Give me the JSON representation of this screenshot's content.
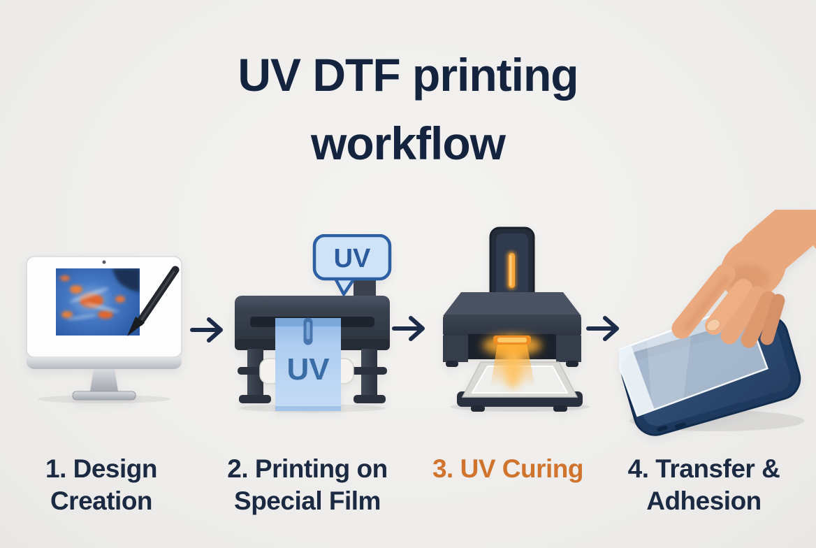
{
  "title": {
    "line1": "UV DTF printing",
    "line2": "workflow"
  },
  "steps": [
    {
      "label_line1": "1. Design",
      "label_line2": "Creation",
      "icon": "imac-stylus-icon",
      "highlighted": false
    },
    {
      "label_line1": "2. Printing on",
      "label_line2": "Special Film",
      "icon": "film-printer-icon",
      "highlighted": false
    },
    {
      "label_line1": "3. UV Curing",
      "label_line2": "",
      "icon": "uv-curing-machine-icon",
      "highlighted": true
    },
    {
      "label_line1": "4. Transfer &",
      "label_line2": "Adhesion",
      "icon": "hand-applying-film-phone-icon",
      "highlighted": false
    }
  ],
  "icon_labels": {
    "uv_bubble": "UV",
    "uv_film": "UV"
  },
  "colors": {
    "background": "#f0efed",
    "title_text": "#15243e",
    "step_label_text": "#1b2a42",
    "highlight_orange": "#d0742d",
    "arrow": "#1c2b47",
    "film_blue": "#aecdf0",
    "uv_text_blue": "#3a6ca6",
    "bubble_border_blue": "#2e5fa3",
    "machine_charcoal": "#3a4250",
    "uv_glow_orange": "#f59e2a",
    "phone_navy": "#1d3a5e"
  }
}
